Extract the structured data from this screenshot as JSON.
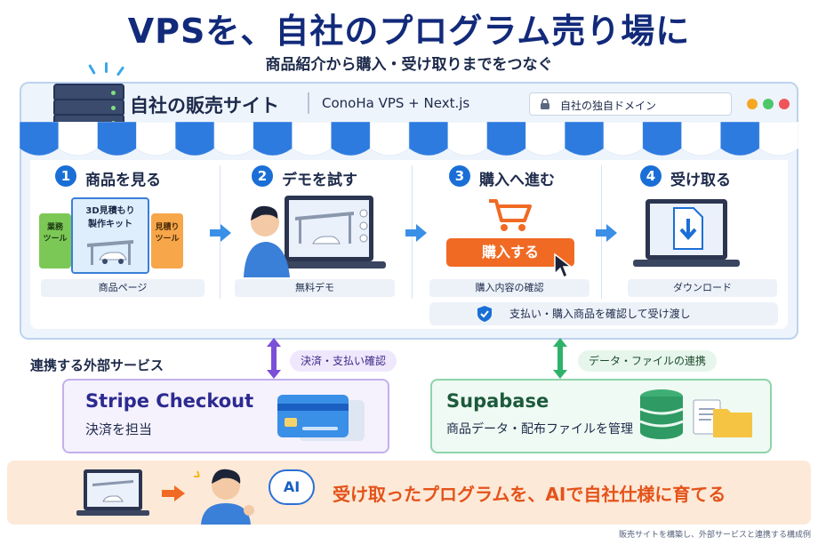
{
  "title": "VPSを、自社のプログラム売り場に",
  "subtitle": "商品紹介から購入・受け取りまでをつなぐ",
  "site": {
    "title": "自社の販売サイト",
    "stack": "ConoHa VPS + Next.js",
    "address": "自社の独自ドメイン"
  },
  "steps": [
    {
      "num": "1",
      "label": "商品を見る",
      "caption": "商品ページ"
    },
    {
      "num": "2",
      "label": "デモを試す",
      "caption": "無料デモ"
    },
    {
      "num": "3",
      "label": "購入へ進む",
      "caption": "購入内容の確認"
    },
    {
      "num": "4",
      "label": "受け取る",
      "caption": "ダウンロード"
    }
  ],
  "product_cards": {
    "main": "3D見積もり\n製作キット",
    "left": "業務\nツール",
    "right": "見積り\nツール"
  },
  "buy_button": "購入する",
  "confirm_text": "支払い・購入商品を確認して受け渡し",
  "external": {
    "title": "連携する外部サービス",
    "stripe_chip": "決済・支払い確認",
    "supa_chip": "データ・ファイルの連携",
    "stripe_name": "Stripe Checkout",
    "stripe_desc": "決済を担当",
    "supa_name": "Supabase",
    "supa_desc": "商品データ・配布ファイルを管理"
  },
  "banner": {
    "ai": "AI",
    "text": "受け取ったプログラムを、AIで自社仕様に育てる"
  },
  "footnote": "販売サイトを構築し、外部サービスと連携する構成例",
  "colors": {
    "navy": "#122a7a",
    "blue": "#1a6fd6",
    "orange": "#f06a24",
    "purple": "#2c2a8f",
    "green": "#1d5a3a"
  }
}
